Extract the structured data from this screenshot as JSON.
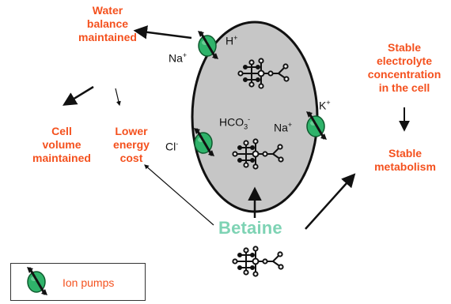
{
  "labels": {
    "water_balance": [
      "Water",
      "balance",
      "maintained"
    ],
    "cell_volume": [
      "Cell",
      "volume",
      "maintained"
    ],
    "lower_energy": [
      "Lower",
      "energy",
      "cost"
    ],
    "stable_electrolyte": [
      "Stable",
      "electrolyte",
      "concentration",
      "in the cell"
    ],
    "stable_metabolism": [
      "Stable",
      "metabolism"
    ]
  },
  "ions": {
    "h_plus": {
      "base": "H",
      "sup": "+",
      "sub": ""
    },
    "na_plus_left": {
      "base": "Na",
      "sup": "+",
      "sub": ""
    },
    "k_plus": {
      "base": "K",
      "sup": "+",
      "sub": ""
    },
    "na_plus_right": {
      "base": "Na",
      "sup": "+",
      "sub": ""
    },
    "cl": {
      "base": "Cl",
      "sup": "-",
      "sub": ""
    },
    "hco3": {
      "base": "HCO",
      "sub": "3",
      "sup": "-"
    }
  },
  "betaine_label": "Betaine",
  "legend": {
    "label": "Ion pumps"
  },
  "colors": {
    "label_orange": "#f4511e",
    "pump_green": "#2fb36a",
    "cell_gray": "#c6c6c6",
    "betaine_teal": "#7ed3b4"
  },
  "icons": {
    "pump": "ion-pump-icon",
    "molecule": "betaine-molecule-icon"
  }
}
